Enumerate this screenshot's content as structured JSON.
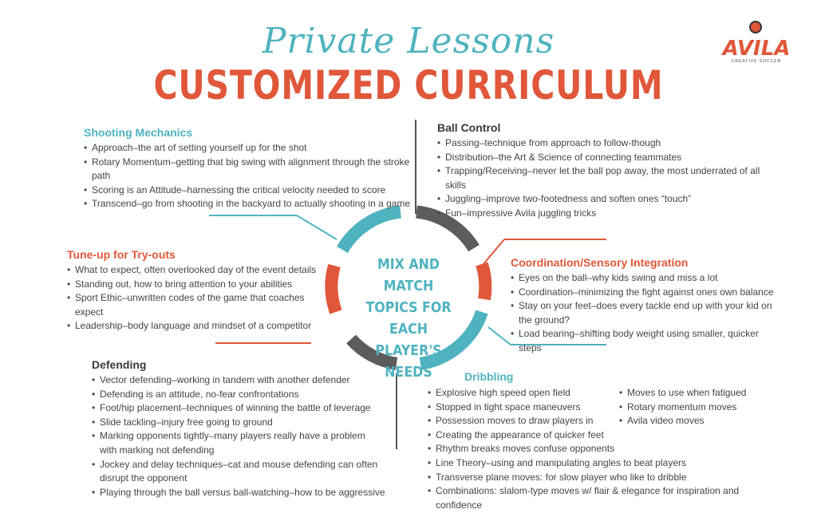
{
  "header": {
    "script_title": "Private Lessons",
    "main_title": "CUSTOMIZED CURRICULUM"
  },
  "logo": {
    "name": "AVILA",
    "tagline": "CREATIVE SOCCER"
  },
  "center": {
    "lines": [
      "MIX AND MATCH",
      "TOPICS FOR EACH",
      "PLAYER'S NEEDS"
    ]
  },
  "colors": {
    "teal": "#4fb3bf",
    "orange": "#e0573a",
    "gray": "#666666"
  },
  "sections": {
    "shooting": {
      "title": "Shooting Mechanics",
      "items": [
        "Approach–the art of setting yourself up for the shot",
        "Rotary Momentum–getting that big swing with alignment through the stroke path",
        "Scoring is an Attitude–harnessing the critical velocity needed to score",
        "Transcend–go from shooting in the backyard to actually shooting in a game"
      ]
    },
    "ball_control": {
      "title": "Ball Control",
      "items": [
        "Passing–technique from approach to follow-though",
        "Distribution–the Art & Science of connecting teammates",
        "Trapping/Receiving–never let the ball pop away, the most underrated of all skills",
        "Juggling–improve two-footedness and soften ones “touch”",
        "Fun–impressive Avila juggling tricks"
      ]
    },
    "tryouts": {
      "title": "Tune-up for Try-outs",
      "items": [
        "What to expect, often overlooked day of the event details",
        "Standing out, how to bring attention to your abilities",
        "Sport Ethic–unwritten codes of the game that coaches expect",
        "Leadership–body language and mindset of a competitor"
      ]
    },
    "coordination": {
      "title": "Coordination/Sensory Integration",
      "items": [
        "Eyes on the ball–why kids swing and miss a lot",
        "Coordination–minimizing the fight against ones own balance",
        "Stay on your feet–does every tackle end up with your kid on",
        "Load bearing–shifting body weight using smaller, quicker steps"
      ],
      "item3_cont": "the ground?"
    },
    "defending": {
      "title": "Defending",
      "items": [
        "Vector defending–working in tandem with another defender",
        "Defending is an attitude, no-fear confrontations",
        "Foot/hip placement–techniques of winning the battle of leverage",
        "Slide tackling–injury free going to ground",
        "Marking opponents tightly–many players really have a problem",
        "Jockey and delay techniques–cat and mouse defending can often",
        "Playing through the ball versus ball-watching–how to be aggressive"
      ],
      "item5_cont": "with marking not defending",
      "item6_cont": "disrupt the opponent"
    },
    "dribbling": {
      "title": "Dribbling",
      "col1": [
        "Explosive high speed open field",
        "Stopped in tight space maneuvers",
        "Possession moves to draw players in",
        "Creating the appearance of quicker feet",
        "Rhythm breaks moves confuse opponents",
        "Line Theory–using and manipulating angles to beat players",
        "Transverse plane moves: for slow player who like to dribble",
        "Combinations: slalom-type moves w/ flair & elegance for inspiration and confidence"
      ],
      "col2": [
        "Moves to use when fatigued",
        "Rotary momentum moves",
        "Avila video moves"
      ]
    }
  }
}
